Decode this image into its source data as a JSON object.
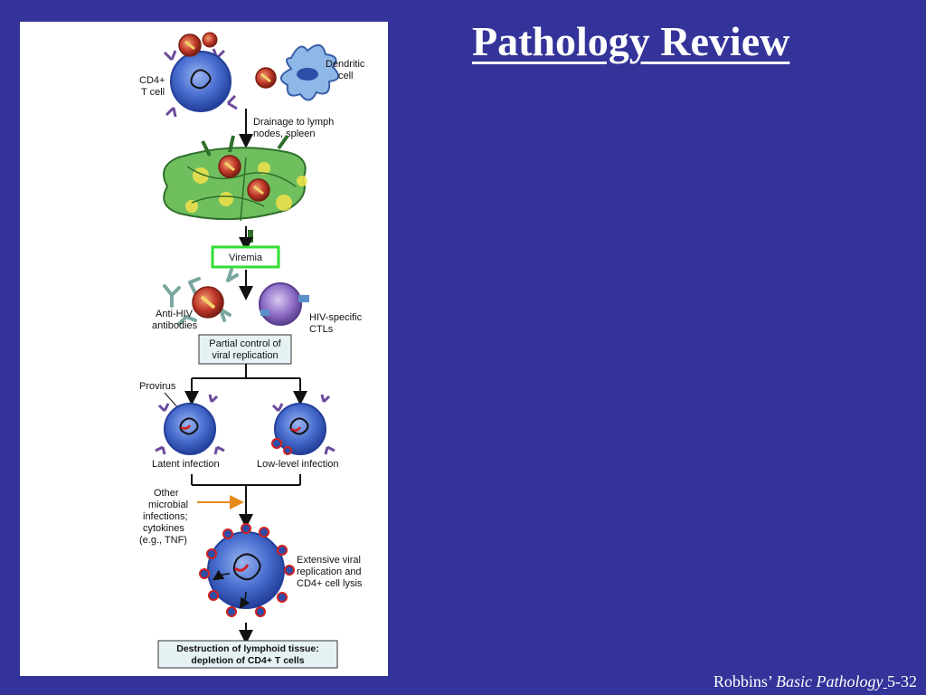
{
  "slide": {
    "title": "Pathology Review",
    "citation": {
      "author": "Robbins’",
      "book": "Basic Pathology",
      "page": "5-32"
    }
  },
  "diagram": {
    "cd4_label": [
      "CD4+",
      "T cell"
    ],
    "dendritic_label": [
      "Dendritic",
      "cell"
    ],
    "drainage_label": [
      "Drainage to lymph",
      "nodes, spleen"
    ],
    "viremia": "Viremia",
    "anti_hiv_label": [
      "Anti-HIV",
      "antibodies"
    ],
    "ctl_label": [
      "HIV-specific",
      "CTLs"
    ],
    "partial_control": [
      "Partial control of",
      "viral replication"
    ],
    "provirus": "Provirus",
    "latent": "Latent infection",
    "low_level": "Low-level infection",
    "other_infections": [
      "Other",
      "microbial",
      "infections;",
      "cytokines",
      "(e.g., TNF)"
    ],
    "extensive": [
      "Extensive viral",
      "replication and",
      "CD4+ cell lysis"
    ],
    "destruction": [
      "Destruction of lymphoid tissue:",
      "depletion of CD4+ T cells"
    ]
  },
  "colors": {
    "background": "#333399",
    "cell_blue": "#3d5fc8",
    "virus_red": "#c0392b",
    "lymph_green": "#6fbf5f",
    "viremia_border": "#33dd33",
    "box_fill": "#e6f1f4",
    "arrow_orange": "#e88a1a"
  }
}
